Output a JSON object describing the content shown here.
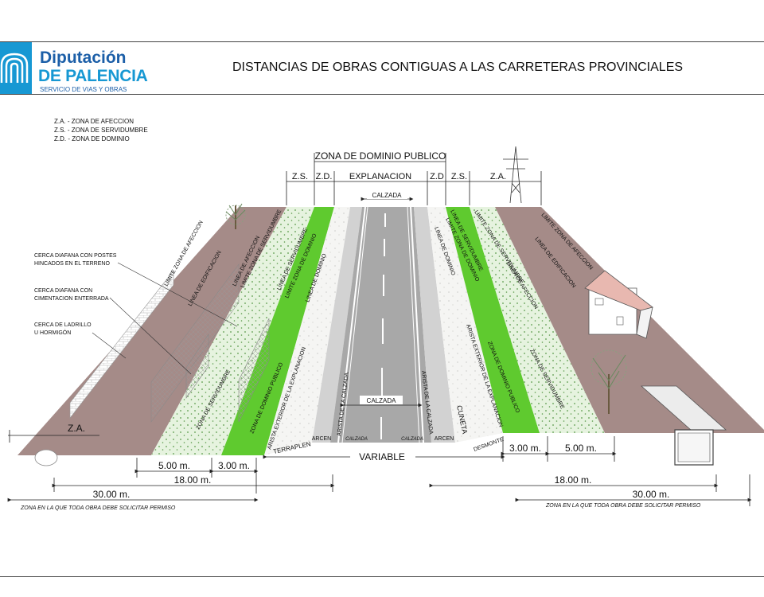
{
  "header": {
    "logo_title": "Diputación",
    "logo_subtitle": "DE PALENCIA",
    "logo_tagline": "SERVICIO DE VIAS Y OBRAS",
    "title": "DISTANCIAS DE OBRAS CONTIGUAS A LAS CARRETERAS PROVINCIALES"
  },
  "legend": [
    "Z.A. - ZONA DE AFECCION",
    "Z.S. - ZONA DE SERVIDUMBRE",
    "Z.D. - ZONA DE DOMINIO"
  ],
  "top_labels": {
    "dominio_publico": "ZONA DE DOMINIO PUBLICO",
    "zs": "Z.S.",
    "zd": "Z.D.",
    "explanacion": "EXPLANACION",
    "zd_right": "Z.D",
    "zs_right": "Z.S.",
    "za_right": "Z.A.",
    "calzada_top": "CALZADA"
  },
  "fence_labels": {
    "postes_line1": "CERCA DIAFANA CON POSTES",
    "postes_line2": "HINCADOS EN EL TERRENO",
    "cimentacion_line1": "CERCA DIAFANA CON",
    "cimentacion_line2": "CIMENTACION ENTERRADA",
    "ladrillo_line1": "CERCA DE LADRILLO",
    "ladrillo_line2": "U HORMIGÓN"
  },
  "left_lines": {
    "limite_afeccion": "LIMITE ZONA DE AFECCION",
    "linea_edificacion": "LINEA DE EDIFICACION",
    "linea_afeccion": "LINEA DE AFECCION",
    "limite_servidumbre": "LIMITE ZONA DE SERVIDUMBRE",
    "linea_servidumbre": "LINEA DE SERVIDUMBRE",
    "limite_dominio": "LIMITE ZONA DE DOMINIO",
    "linea_dominio": "LINEA DE DOMINIO",
    "arista_explanacion": "ARISTA EXTERIOR DE LA EXPLANACION",
    "zona_dominio_publico": "ZONA DE DOMINIO PUBLICO",
    "zona_servidumbre": "ZONA DE SERVIDUMBRE",
    "arista_calzada": "ARISTA DE LA CALZADA"
  },
  "right_lines": {
    "limite_afeccion": "LIMITE ZONA DE AFECCION",
    "linea_edificacion": "LINEA DE EDIFICACION",
    "linea_afeccion": "LINEA DE AFECCION",
    "limite_servidumbre": "LIMITE ZONA DE SERVIDUMBRE",
    "linea_servidumbre": "LINEA DE SERVIDUMBRE",
    "limite_dominio": "LIMITE ZONA DE DOMINIO",
    "linea_dominio": "LINEA DE DOMINIO",
    "arista_explanacion": "ARISTA EXTERIOR DE LA EXPLANACION",
    "zona_dominio_publico": "ZONA DE DOMINIO PUBLICO",
    "zona_servidumbre": "ZONA DE SERVIDUMBRE",
    "arista_calzada": "ARISTA DE LA CALZADA",
    "cuneta": "CUNETA"
  },
  "bottom_labels": {
    "za_left": "Z.A.",
    "terraplen": "TERRAPLEN",
    "arcen_left": "ARCEN",
    "calzada_left": "CALZADA",
    "calzada_mid": "CALZADA",
    "calzada_right": "CALZADA",
    "arcen_right": "ARCEN",
    "desmonte": "DESMONTE",
    "variable": "VARIABLE"
  },
  "dimensions": {
    "left_5": "5.00 m.",
    "left_3": "3.00 m.",
    "left_18": "18.00 m.",
    "left_30": "30.00 m.",
    "right_3": "3.00 m.",
    "right_5": "5.00 m.",
    "right_18": "18.00 m.",
    "right_30": "30.00 m."
  },
  "permit_note_left": "ZONA EN LA QUE TODA OBRA DEBE SOLICITAR PERMISO",
  "permit_note_right": "ZONA EN LA QUE TODA OBRA DEBE SOLICITAR PERMISO",
  "colors": {
    "afeccion_zone": "#a58b88",
    "servidumbre_zone": "#e6f3df",
    "dominio_zone": "#5fca2f",
    "explanacion": "#f5f5f3",
    "arcen": "#d2d2d2",
    "calzada": "#a8a8a8",
    "brand_blue": "#1c5fa8",
    "brand_cyan": "#1798d3"
  }
}
